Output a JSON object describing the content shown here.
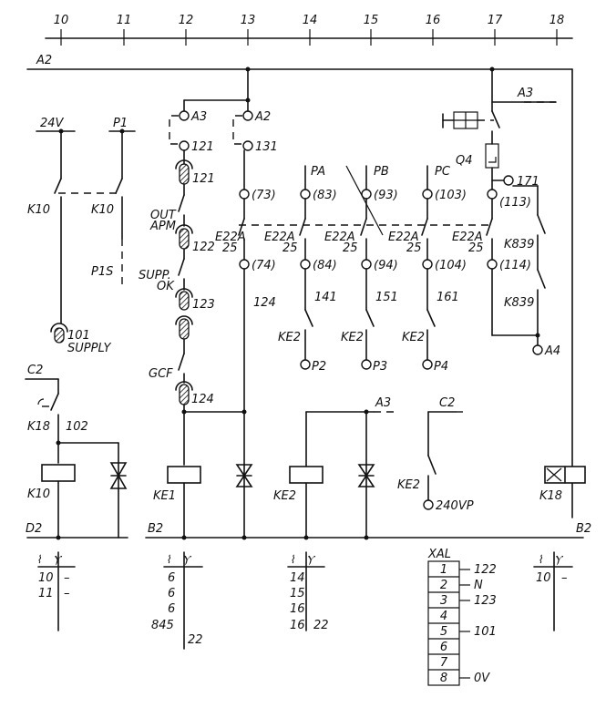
{
  "columns": [
    "10",
    "11",
    "12",
    "13",
    "14",
    "15",
    "16",
    "17",
    "18"
  ],
  "buses": {
    "top_left": "A2",
    "top_right": "A3",
    "bottom_left": "D2",
    "bottom_mid": "B2",
    "bottom_right": "B2"
  },
  "supply": {
    "v24": "24V",
    "p1": "P1",
    "k10a": "K10",
    "k10b": "K10",
    "p1s": "P1S",
    "supply_num": "101",
    "supply_label": "SUPPLY"
  },
  "k18_area": {
    "c2": "C2",
    "k18": "K18",
    "wire": "102",
    "k10_coil": "K10"
  },
  "ke1_chain": {
    "a3": "A3",
    "a2": "A2",
    "t121": "121",
    "t131": "131",
    "t121b": "121",
    "out": "OUT",
    "apm": "APM",
    "t122": "122",
    "supp": "SUPP.",
    "ok": "OK",
    "t123": "123",
    "gcf": "GCF",
    "t124": "124",
    "coil": "KE1"
  },
  "parallel": {
    "pa": "PA",
    "pb": "PB",
    "pc": "PC",
    "n73": "(73)",
    "n83": "(83)",
    "n93": "(93)",
    "n103": "(103)",
    "n113": "(113)",
    "sw": [
      "E22A",
      "E22A",
      "E22A",
      "E22A",
      "E22A"
    ],
    "sw_num": [
      "25",
      "25",
      "25",
      "25",
      "25"
    ],
    "n74": "(74)",
    "n84": "(84)",
    "n94": "(94)",
    "n104": "(104)",
    "n114": "(114)",
    "w124": "124",
    "w141": "141",
    "w151": "151",
    "w161": "161",
    "ke2": [
      "KE2",
      "KE2",
      "KE2"
    ],
    "p2": "P2",
    "p3": "P3",
    "p4": "P4",
    "a3": "A3",
    "q4": "Q4",
    "t171": "171",
    "k839a": "K839",
    "k839b": "K839",
    "a4": "A4"
  },
  "ke2_area": {
    "a3": "A3",
    "c2": "C2",
    "coil": "KE2",
    "contact": "KE2",
    "out": "240VP"
  },
  "k18_coil": {
    "label": "K18"
  },
  "xref": {
    "k10": {
      "no": [
        "10",
        "11"
      ],
      "nc": [
        "–",
        "–"
      ]
    },
    "ke1": {
      "no": [
        "6",
        "6",
        "6",
        "845"
      ],
      "nc": [
        "22"
      ]
    },
    "ke2": {
      "no": [
        "14",
        "15",
        "16",
        "16"
      ],
      "nc": [
        "22"
      ]
    },
    "k18": {
      "no": [
        "10"
      ],
      "nc": [
        "–"
      ]
    }
  },
  "xal": {
    "title": "XAL",
    "rows": [
      {
        "n": "1",
        "v": "122"
      },
      {
        "n": "2",
        "v": "N"
      },
      {
        "n": "3",
        "v": "123"
      },
      {
        "n": "4",
        "v": ""
      },
      {
        "n": "5",
        "v": "101"
      },
      {
        "n": "6",
        "v": ""
      },
      {
        "n": "7",
        "v": ""
      },
      {
        "n": "8",
        "v": "0V"
      }
    ]
  }
}
